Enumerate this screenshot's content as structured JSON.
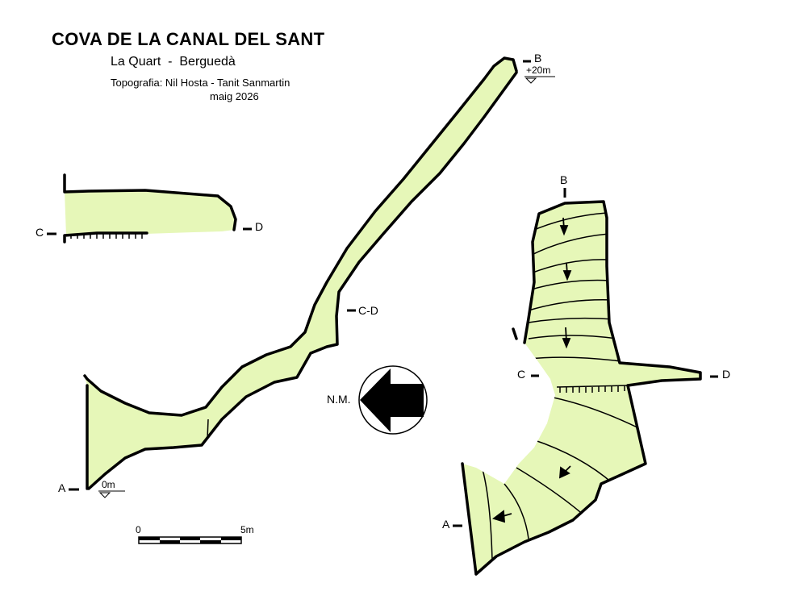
{
  "map": {
    "title": "COVA DE LA CANAL DEL SANT",
    "subtitle": "La Quart  -  Berguedà",
    "authors": "Topografia: Nil Hosta - Tanit Sanmartin",
    "date": "maig 2026",
    "colors": {
      "cave_fill": "#e6f7b8",
      "outline": "#000000",
      "background": "#ffffff"
    },
    "profile": {
      "entrance_label": "A",
      "entrance_depth": "0m",
      "end_label": "B",
      "end_depth": "+20m",
      "section_mark": "C-D"
    },
    "section_cd": {
      "left_label": "C",
      "right_label": "D"
    },
    "plan": {
      "labels": {
        "a": "A",
        "b": "B",
        "c": "C",
        "d": "D"
      }
    },
    "north": {
      "label": "N.M.",
      "icon": "north-arrow-icon"
    },
    "scale": {
      "start": "0",
      "end": "5m",
      "segments": 5
    }
  }
}
